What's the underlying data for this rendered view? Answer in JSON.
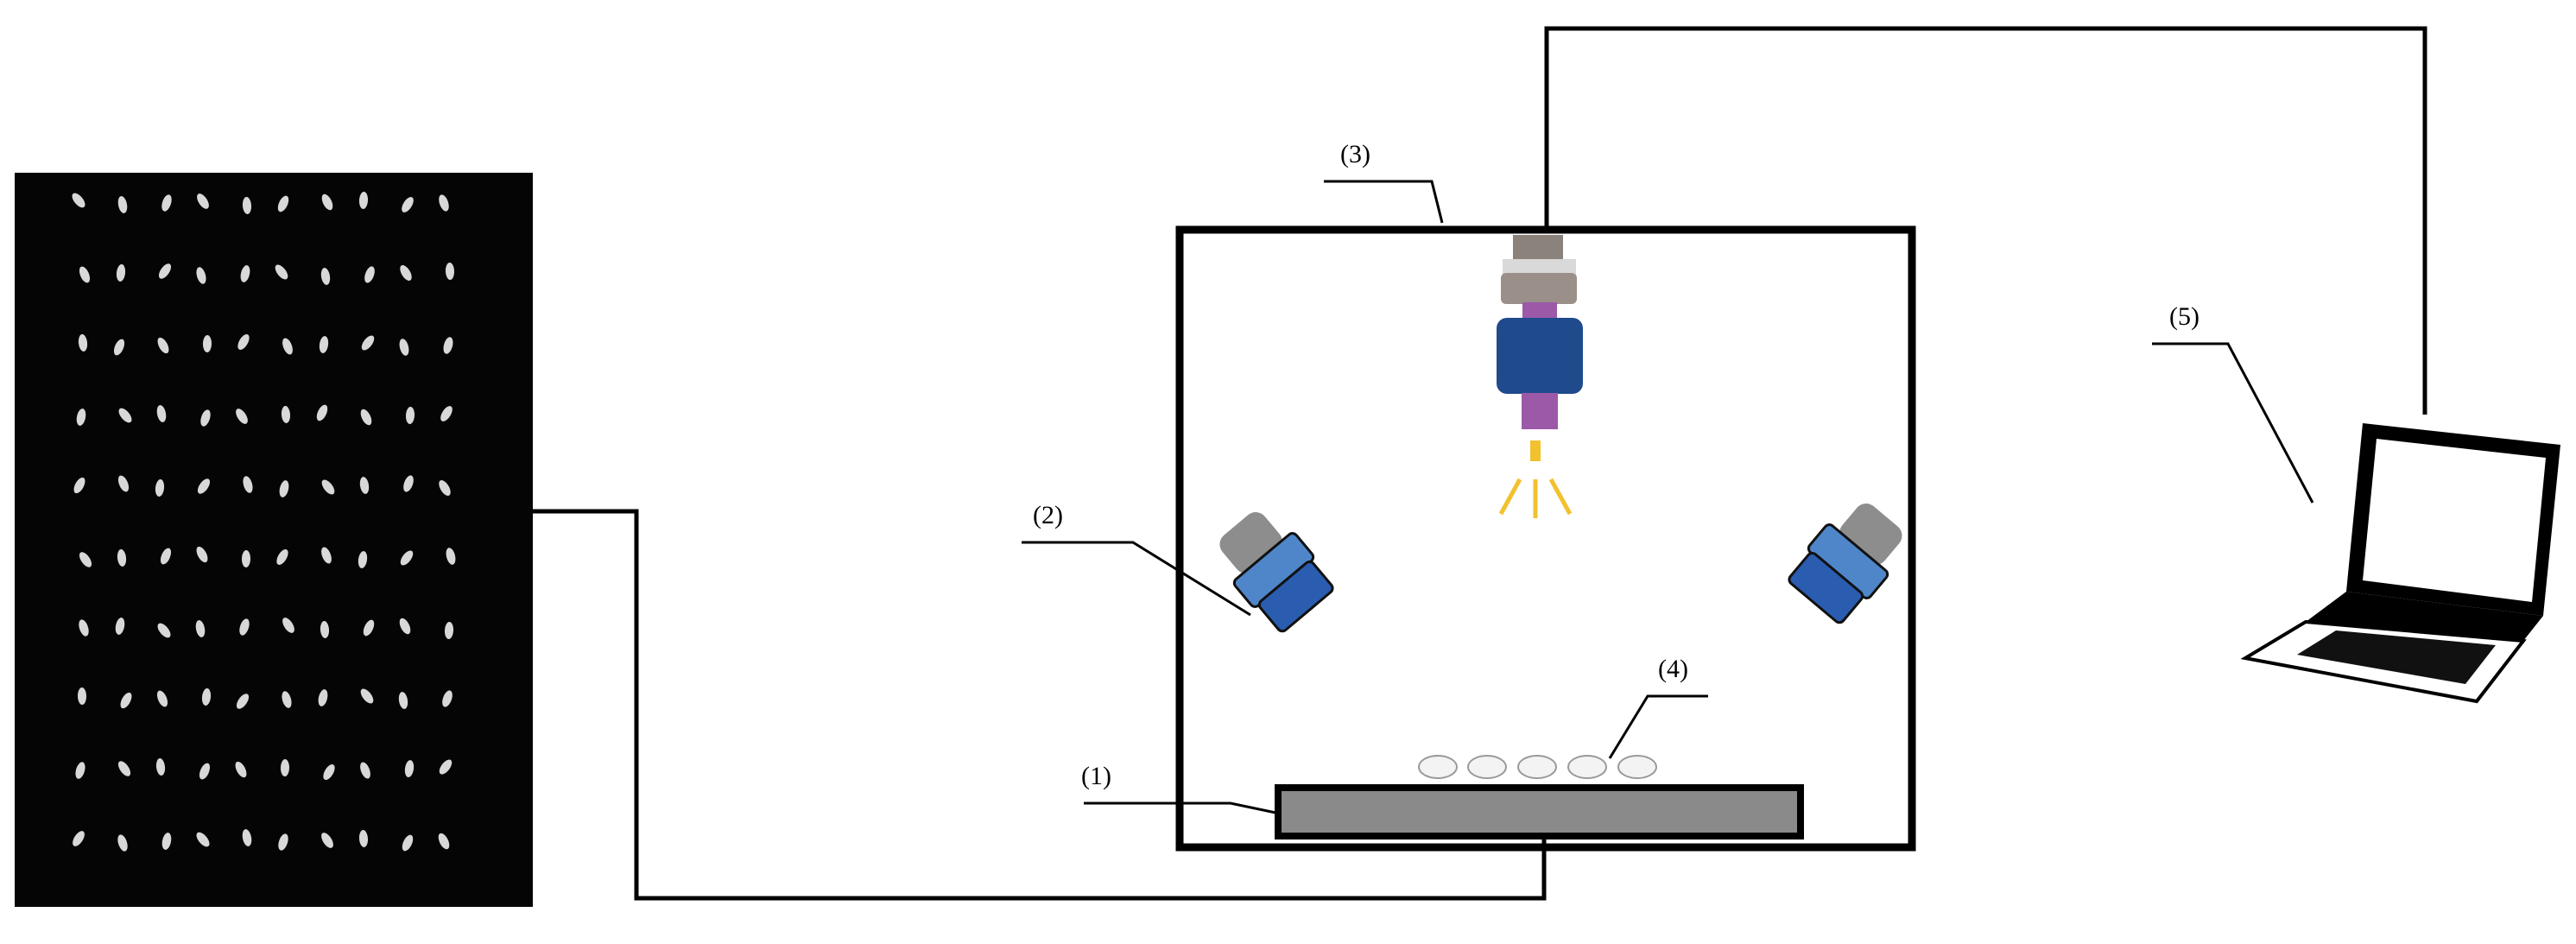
{
  "labels": {
    "stage": "(1)",
    "side_light": "(2)",
    "chamber_camera": "(3)",
    "samples": "(4)",
    "computer": "(5)"
  },
  "seed_image": {
    "rows": 10,
    "columns": 10
  },
  "components": {
    "seed_scan": "seed-image-panel",
    "box": "imaging-chamber",
    "top_camera": "hyperspectral-camera-icon",
    "left_lamp": "halogen-lamp-icon",
    "right_lamp": "halogen-lamp-icon",
    "laptop": "laptop-icon"
  },
  "colors": {
    "line": "#000000",
    "seed_background": "#050505",
    "seed": "#d8d8d8",
    "camera_body": "#1f4a8c",
    "camera_top": "#9a9089",
    "camera_lens": "#9b59a8",
    "light_rays": "#f2c12e",
    "lamp_body": "#2a5db0",
    "lamp_cap": "#8d8d8d",
    "stage_fill": "#8a8a8a",
    "sample_fill": "#f3f3f3"
  }
}
